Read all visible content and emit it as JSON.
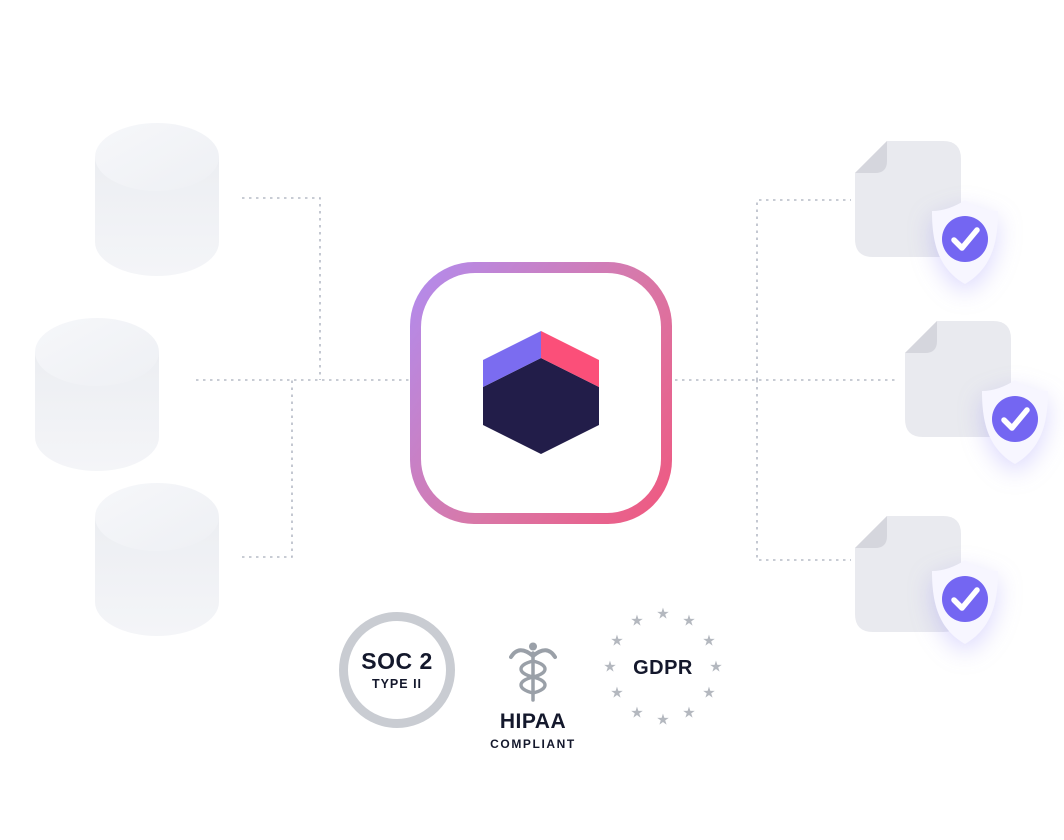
{
  "badges": {
    "soc2": {
      "title": "SOC 2",
      "subtitle": "TYPE II"
    },
    "hipaa": {
      "title": "HIPAA",
      "subtitle": "COMPLIANT"
    },
    "gdpr": {
      "title": "GDPR",
      "star": "★"
    }
  },
  "icons": {
    "database": "svg cylinder",
    "document": "svg file with folded corner",
    "shield_check": "svg shield with check circle",
    "cube_logo": "svg isometric cube",
    "caduceus": "svg medical staff with snakes",
    "star": "★",
    "check": "svg checkmark"
  },
  "colors": {
    "logo_pink": "#fb4f79",
    "logo_purple": "#7b6cf0",
    "logo_navy": "#221d49",
    "accent_purple": "#7466f2",
    "icon_border_gradient_start": "#b18cf0",
    "icon_border_gradient_end": "#f0577f",
    "connector_gray": "#b6bbc6",
    "shape_gray": "#e9eaef",
    "fold_gray": "#d5d6dd",
    "badge_ring_gray": "#c9ccd2",
    "text_dark": "#14182c"
  }
}
